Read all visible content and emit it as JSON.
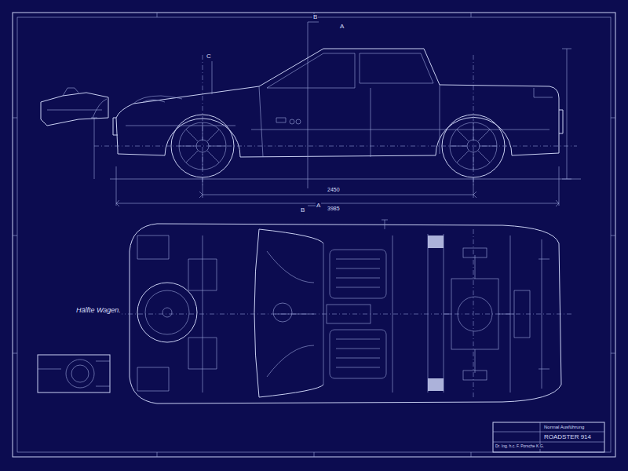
{
  "diagram": {
    "labels": [
      "B",
      "A",
      "C",
      "2450",
      "3985",
      "B",
      "A",
      "Hälfte Wagen.",
      "Dr. Ing. h.c. F. Porsche K.G.",
      "Normal Ausführung",
      "ROADSTER 914"
    ]
  }
}
